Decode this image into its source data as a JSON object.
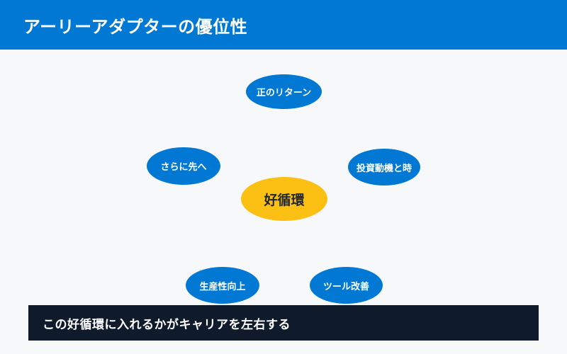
{
  "header": {
    "title": "アーリーアダプターの優位性"
  },
  "diagram": {
    "center": {
      "label": "好循環"
    },
    "nodes": [
      {
        "id": "top",
        "label": "正のリターン"
      },
      {
        "id": "left",
        "label": "さらに先へ"
      },
      {
        "id": "right",
        "label": "投資動機と時"
      },
      {
        "id": "bottom-left",
        "label": "生産性向上"
      },
      {
        "id": "bottom-right",
        "label": "ツール改善"
      }
    ]
  },
  "footer": {
    "message": "この好循環に入れるかがキャリアを左右する"
  },
  "colors": {
    "header_bg": "#0078d4",
    "node_blue": "#0078d4",
    "center_yellow": "#fcbf13",
    "footer_bg": "#0f1a2b",
    "page_bg": "#f7f8fa",
    "node_text": "#ffffff",
    "center_text": "#1f2733"
  }
}
